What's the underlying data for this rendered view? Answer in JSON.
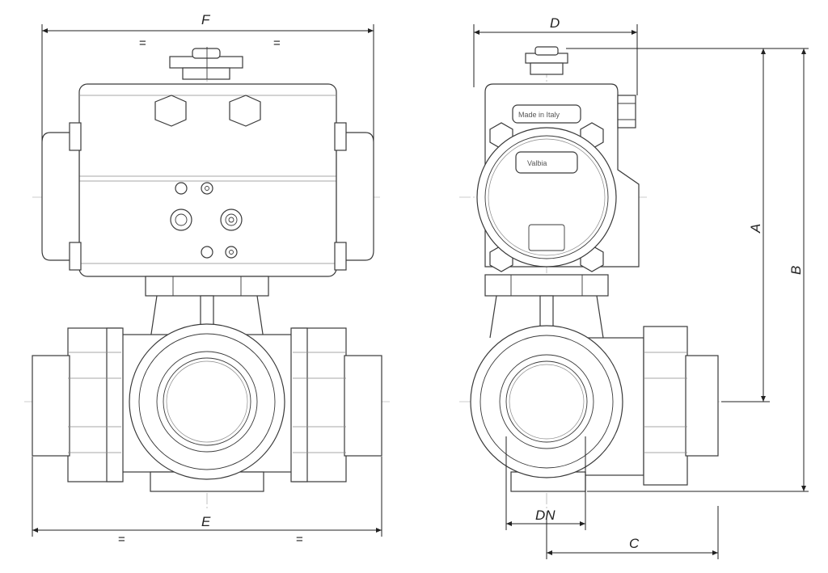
{
  "dimensions": {
    "F": "F",
    "D": "D",
    "A": "A",
    "B": "B",
    "E": "E",
    "C": "C",
    "DN": "DN"
  },
  "equal_marks": {
    "top_left": "=",
    "top_right": "=",
    "bottom_left": "=",
    "bottom_right": "="
  },
  "nameplates": {
    "made_in": "Made in Italy",
    "brand": "Valbia"
  }
}
